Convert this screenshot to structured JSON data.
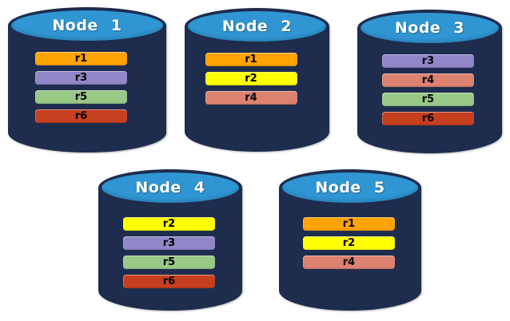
{
  "diagram": {
    "background": "#FFFFFF",
    "cylinder_colors": {
      "body": "#1E2C4E",
      "top": "#3096D3",
      "title_text": "#FFFFFF",
      "bar_text": "#000000"
    },
    "replica_colors": {
      "r1": "#FFA303",
      "r2": "#FFFF00",
      "r3": "#9087C9",
      "r4": "#DD8270",
      "r5": "#99C987",
      "r6": "#C6401F"
    },
    "nodes": [
      {
        "label": "Node 1",
        "replicas": [
          "r1",
          "r3",
          "r5",
          "r6"
        ]
      },
      {
        "label": "Node 2",
        "replicas": [
          "r1",
          "r2",
          "r4"
        ]
      },
      {
        "label": "Node 3",
        "replicas": [
          "r3",
          "r4",
          "r5",
          "r6"
        ]
      },
      {
        "label": "Node 4",
        "replicas": [
          "r2",
          "r3",
          "r5",
          "r6"
        ]
      },
      {
        "label": "Node 5",
        "replicas": [
          "r1",
          "r2",
          "r4"
        ]
      }
    ]
  }
}
